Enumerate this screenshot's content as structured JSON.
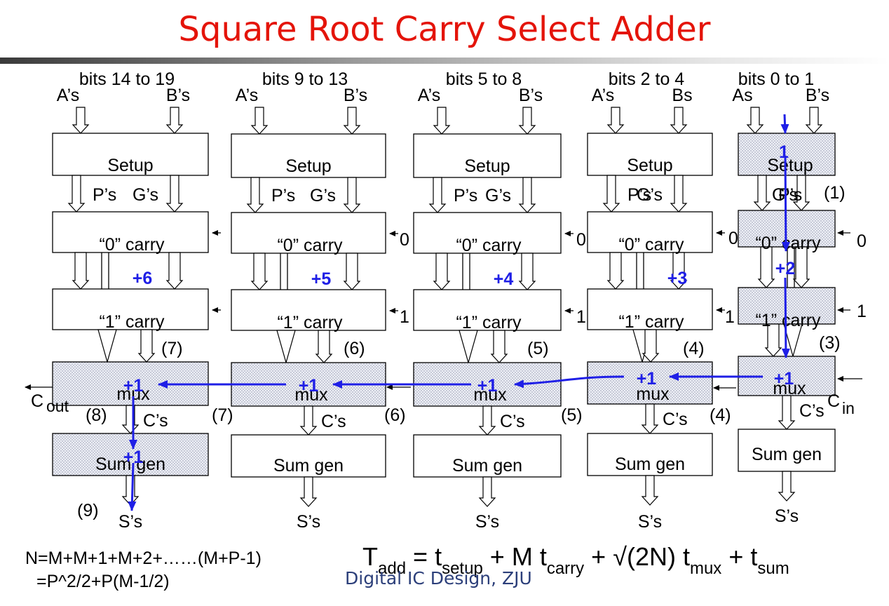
{
  "title": "Square Root Carry Select Adder",
  "footer": "Digital IC Design, ZJU",
  "labels": {
    "setup": "Setup",
    "carry0": "“0” carry",
    "carry1": "“1” carry",
    "mux": "mux",
    "sumgen": "Sum gen",
    "ss": "S’s",
    "cs": "C’s",
    "ps": "P’s",
    "gs": "G’s",
    "zero": "0",
    "one": "1",
    "cout": "C",
    "cout_sub": "out",
    "cin": "C",
    "cin_sub": "in"
  },
  "stages": [
    {
      "bits": "bits 14 to 19",
      "a": "A’s",
      "b": "B’s",
      "delta": "+6",
      "seven": "(7)",
      "eight": "(8)",
      "nine": "(9)"
    },
    {
      "bits": "bits 9 to 13",
      "a": "A’s",
      "b": "B’s",
      "delta": "+5",
      "tag": "(6)",
      "left": "(7)"
    },
    {
      "bits": "bits 5 to 8",
      "a": "A’s",
      "b": "B’s",
      "delta": "+4",
      "tag": "(5)",
      "left": "(6)"
    },
    {
      "bits": "bits 2 to 4",
      "a": "A’s",
      "b": "Bs",
      "delta": "+3",
      "tag": "(4)",
      "left": "(5)",
      "right": "(4)"
    },
    {
      "bits": "bits 0 to 1",
      "a": "As",
      "b": "B’s",
      "step1": "1",
      "step2": "+2",
      "t1": "(1)",
      "t3": "(3)"
    }
  ],
  "plus_one": "+1",
  "formula_left": {
    "line1": "N=M+M+1+M+2+……(M+P-1)",
    "line2": "=P^2/2+P(M-1/2)"
  },
  "formula_right": {
    "T": "T",
    "add": "add",
    "eq": " = t",
    "setup": "setup",
    "plusM": " + M t",
    "carry": "carry",
    "sqrt": " + √(2N) t",
    "mux": "mux",
    "plus_t": " + t",
    "sum": "sum"
  },
  "colors": {
    "title": "#e4140a",
    "path": "#1f1fe6",
    "footer": "#2c3f7a"
  }
}
